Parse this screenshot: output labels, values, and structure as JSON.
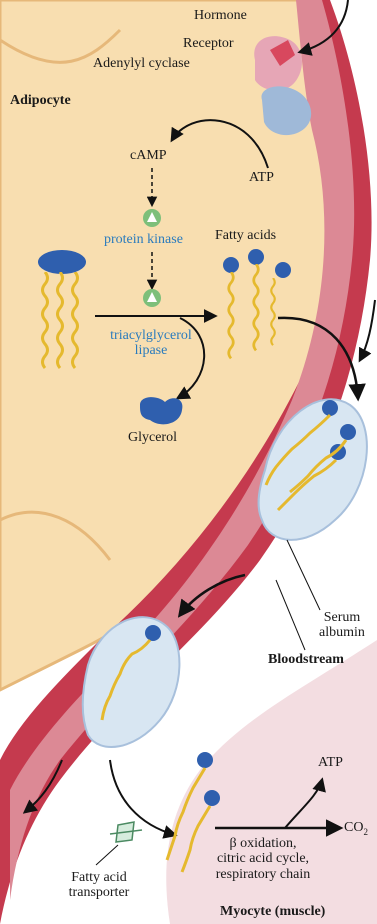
{
  "labels": {
    "hormone": "Hormone",
    "receptor": "Receptor",
    "adenylyl_cyclase": "Adenylyl cyclase",
    "adipocyte": "Adipocyte",
    "camp": "cAMP",
    "atp_top": "ATP",
    "protein_kinase": "protein kinase",
    "fatty_acids": "Fatty acids",
    "tag_lipase_1": "triacylglycerol",
    "tag_lipase_2": "lipase",
    "glycerol": "Glycerol",
    "serum_albumin_1": "Serum",
    "serum_albumin_2": "albumin",
    "bloodstream": "Bloodstream",
    "atp_bottom": "ATP",
    "co2_main": "CO",
    "co2_sub": "2",
    "beta_oxidation": "β oxidation,",
    "citric_acid_cycle": "citric acid cycle,",
    "respiratory_chain": "respiratory chain",
    "fatty_acid_transporter_1": "Fatty acid",
    "fatty_acid_transporter_2": "transporter",
    "myocyte": "Myocyte (muscle)"
  },
  "colors": {
    "adipocyte_fill": "#f8deb0",
    "adipocyte_border": "#e6b87a",
    "vessel_wall": "#c53a4e",
    "vessel_lumen": "#dc8995",
    "myocyte_fill": "#f3dde1",
    "albumin_fill": "#d8e6f2",
    "fatty_acid_head": "#2f5fae",
    "fatty_acid_tail": "#e5b92e",
    "receptor_pink": "#e6a6b6",
    "cyclase_blue": "#9fb9d8",
    "hormone_red": "#d8485e",
    "enzyme_green": "#7dbf7a",
    "label_blue": "#2a7bbd"
  }
}
